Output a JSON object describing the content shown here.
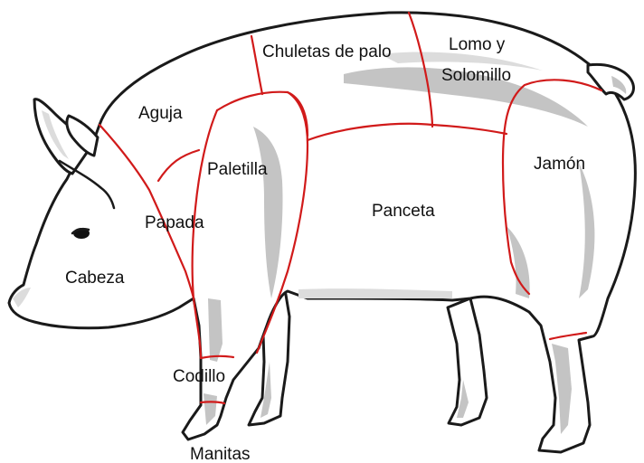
{
  "diagram": {
    "cuts": {
      "cabeza": "Cabeza",
      "aguja": "Aguja",
      "papada": "Papada",
      "paletilla": "Paletilla",
      "chuletas": "Chuletas de palo",
      "lomo_line1": "Lomo y",
      "lomo_line2": "Solomillo",
      "panceta": "Panceta",
      "jamon": "Jamón",
      "codillo": "Codillo",
      "manitas": "Manitas"
    },
    "colors": {
      "cut_lines": "#d11a1a",
      "outline": "#1a1a1a",
      "shading": "#c4c4c4",
      "background": "#ffffff"
    }
  }
}
